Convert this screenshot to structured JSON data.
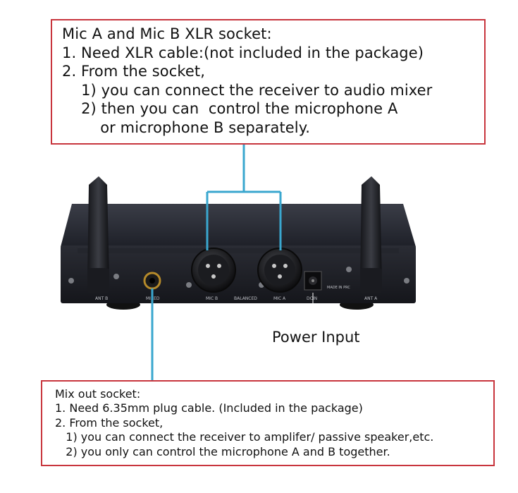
{
  "top_callout": {
    "lines": [
      "Mic A and Mic B XLR socket:",
      "1. Need XLR cable:(not included in the package)",
      "2. From the socket,",
      "    1) you can connect the receiver to audio mixer",
      "    2) then you can  control the microphone A",
      "        or microphone B separately."
    ]
  },
  "power_label": "Power Input",
  "bottom_callout": {
    "lines": [
      "Mix out socket:",
      "1. Need 6.35mm plug cable. (Included in the package)",
      "2. From the socket,",
      "   1) you can connect the receiver to amplifer/ passive speaker,etc.",
      "   2) you only can control the microphone A and B together."
    ]
  },
  "panel_labels": {
    "ant_b": "ANT B",
    "mixed": "MIXED",
    "mic_b": "MIC B",
    "balanced": "BALANCED",
    "mic_a": "MIC A",
    "dcin": "DCIN",
    "made_in": "MADE IN PRC",
    "ant_a": "ANT A"
  },
  "colors": {
    "callout_border": "#c8353d",
    "pointer_line": "#3aa7cf"
  }
}
